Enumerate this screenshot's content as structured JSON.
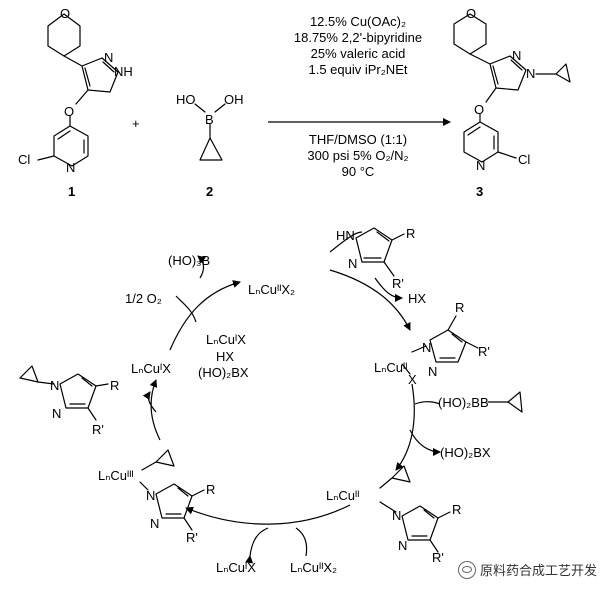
{
  "reaction": {
    "conditions_above": [
      "12.5% Cu(OAc)₂",
      "18.75% 2,2'-bipyridine",
      "25% valeric acid",
      "1.5 equiv iPr₂NEt"
    ],
    "conditions_below": [
      "THF/DMSO (1:1)",
      "300 psi 5% O₂/N₂",
      "90 °C"
    ],
    "plus": "+",
    "compound_labels": [
      "1",
      "2",
      "3"
    ]
  },
  "atoms": {
    "N": "N",
    "NH": "NH",
    "O": "O",
    "Cl": "Cl",
    "HO": "HO",
    "OH": "OH",
    "B": "B",
    "HN": "HN",
    "R": "R",
    "R_prime": "R'",
    "X": "X"
  },
  "cycle": {
    "top": "LₙCuᴵᴵX₂",
    "boroxine_out": "(HO)₃B",
    "oxygen_in": "1/2 O₂",
    "hx_out": "HX",
    "inner_left": [
      "LₙCuᴵX",
      "HX",
      "(HO)₂BX"
    ],
    "left_species": "LₙCuᴵX",
    "right_cu": "LₙCuᴵᴵ",
    "boronic_in": "(HO)₂B",
    "boronic_out": "(HO)₂BX",
    "right_lower_cu": "LₙCuᴵᴵ",
    "left_lower_cu": "LₙCuᴵᴵᴵ",
    "disprop_out": "LₙCuᴵX",
    "disprop_in": "LₙCuᴵᴵX₂"
  },
  "watermark": "原料药合成工艺开发"
}
